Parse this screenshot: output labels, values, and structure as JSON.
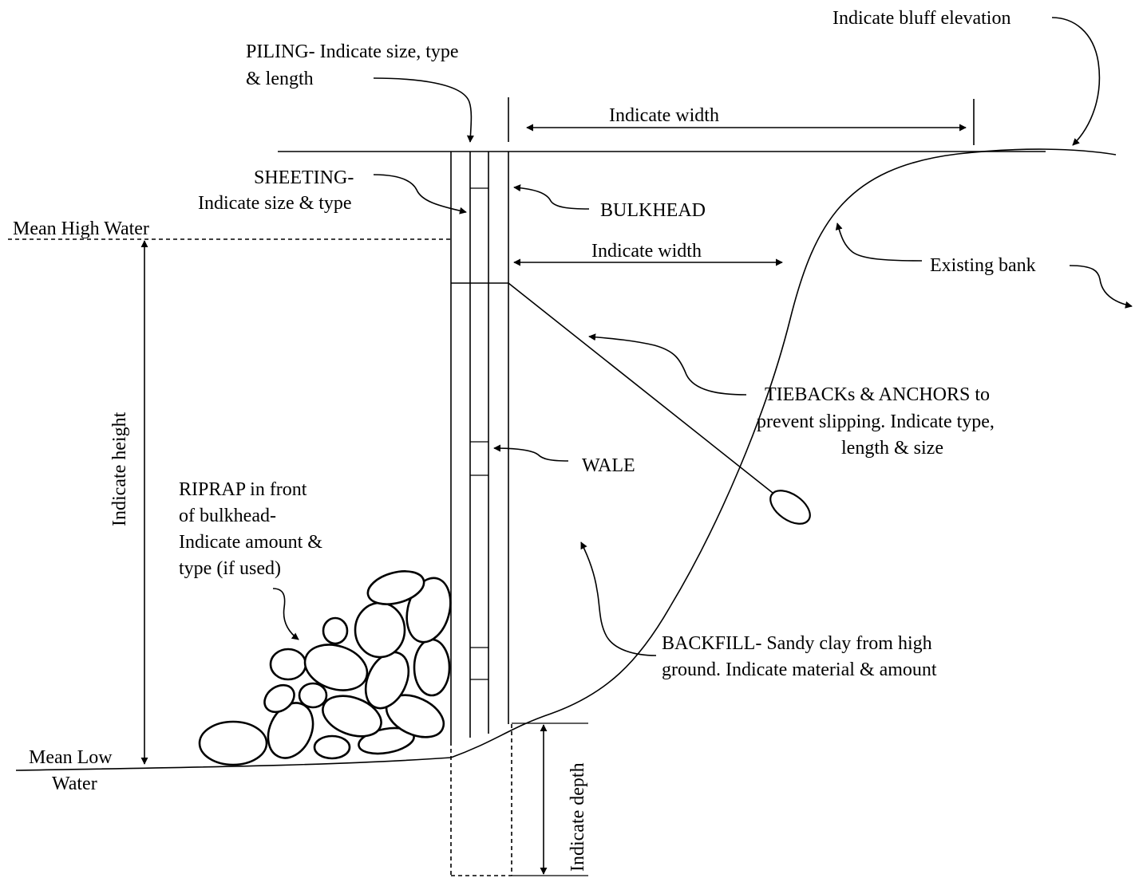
{
  "labels": {
    "bluff_elevation": "Indicate bluff elevation",
    "piling_line1": "PILING- Indicate size, type",
    "piling_line2": "& length",
    "width_top": "Indicate width",
    "sheeting_line1": "SHEETING-",
    "sheeting_line2": "Indicate size & type",
    "bulkhead": "BULKHEAD",
    "mean_high_water": "Mean High Water",
    "width_middle": "Indicate width",
    "existing_bank": "Existing bank",
    "tiebacks_line1": "TIEBACKs & ANCHORS to",
    "tiebacks_line2": "prevent slipping. Indicate type,",
    "tiebacks_line3": "length & size",
    "wale": "WALE",
    "height": "Indicate height",
    "riprap_line1": "RIPRAP in front",
    "riprap_line2": "of bulkhead-",
    "riprap_line3": "Indicate amount &",
    "riprap_line4": "type (if used)",
    "backfill_line1": "BACKFILL- Sandy clay from high",
    "backfill_line2": "ground. Indicate material & amount",
    "mean_low_water_line1": "Mean Low",
    "mean_low_water_line2": "Water",
    "depth": "Indicate depth"
  }
}
